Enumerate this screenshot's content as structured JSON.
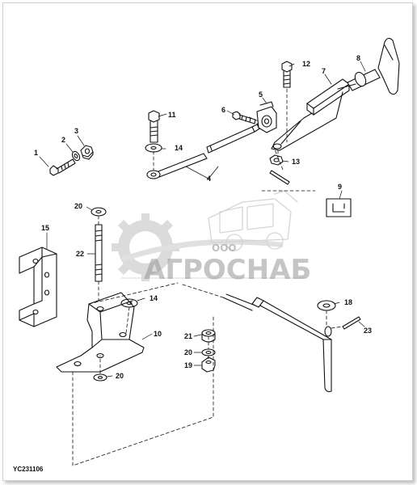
{
  "figure_code": "YC231106",
  "watermark": {
    "company_small": "ООО",
    "company_name": "АГРОСНАБ"
  },
  "callouts": [
    "1",
    "2",
    "3",
    "4",
    "5",
    "6",
    "7",
    "8",
    "9",
    "10",
    "11",
    "12",
    "13",
    "14",
    "14",
    "15",
    "18",
    "19",
    "20",
    "20",
    "20",
    "21",
    "22",
    "23"
  ]
}
